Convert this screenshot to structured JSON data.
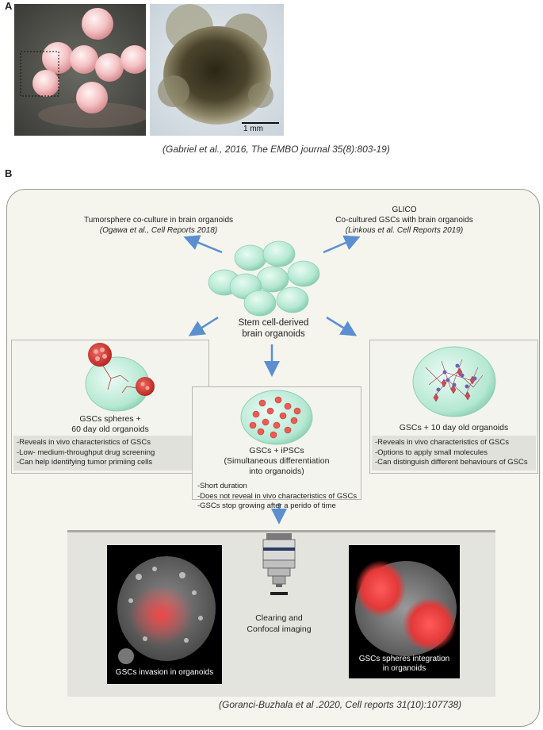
{
  "panelA": {
    "label": "A",
    "scale_bar": "1 mm",
    "citation": "(Gabriel et al., 2016, The EMBO journal 35(8):803-19)"
  },
  "panelB": {
    "label": "B",
    "center_label_1": "Stem cell-derived",
    "center_label_2": "brain organoids",
    "left_top": {
      "title": "Tumorsphere co-culture in brain organoids",
      "citation": "(Ogawa et al., Cell Reports 2018)"
    },
    "right_top": {
      "title_1": "GLICO",
      "title_2": "Co-cultured GSCs with brain organoids",
      "citation": "(Linkous et al. Cell Reports 2019)"
    },
    "box_left": {
      "caption_1": "GSCs spheres +",
      "caption_2": "60 day old organoids",
      "bullets": [
        "-Reveals in vivo characteristics of GSCs",
        "-Low- medium-throughput drug screening",
        "-Can help identifying tumor primiing cells"
      ]
    },
    "box_center": {
      "caption_1": "GSCs + iPSCs",
      "caption_2": "(Simultaneous differentiation",
      "caption_3": "into organoids)",
      "bullets": [
        "-Short duration",
        "-Does not reveal in vivo characteristics of GSCs",
        "-GSCs stop growing after a perido of time"
      ]
    },
    "box_right": {
      "caption_1": "GSCs + 10 day old organoids",
      "bullets": [
        "-Reveals in vivo characteristics of GSCs",
        "-Options to apply small molecules",
        "-Can distinguish different behaviours of GSCs"
      ]
    },
    "imaging": {
      "label_1": "Clearing and",
      "label_2": "Confocal imaging",
      "left_image_label": "GSCs invasion in organoids",
      "right_image_label_1": "GSCs spheres integration",
      "right_image_label_2": "in organoids"
    },
    "citation": "(Goranci-Buzhala et al .2020, Cell reports 31(10):107738)"
  },
  "colors": {
    "arrow": "#5b8fd0",
    "organoid_fill": "#b9ead7",
    "gsc_red": "#e0413a",
    "frame_bg": "#f5f5ee"
  }
}
